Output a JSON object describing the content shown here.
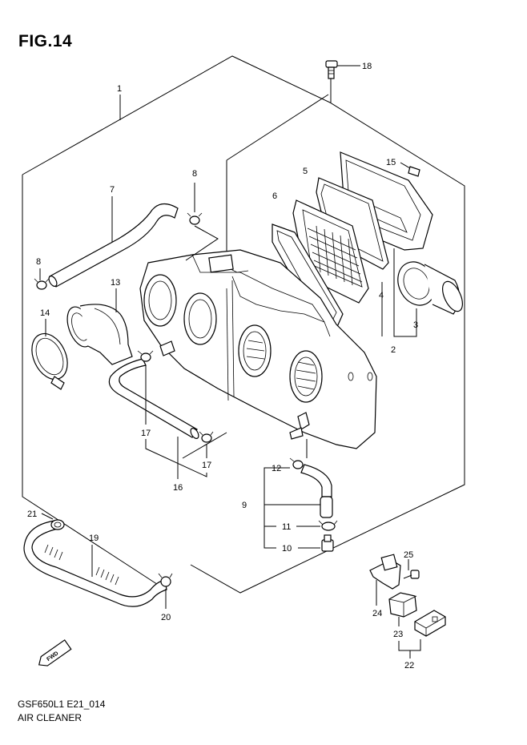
{
  "figure": {
    "title": "FIG.14",
    "model_code": "GSF650L1 E21_014",
    "caption": "AIR CLEANER"
  },
  "badge": {
    "fwd": "FWD"
  },
  "callouts": {
    "c1": "1",
    "c2": "2",
    "c3": "3",
    "c4": "4",
    "c5": "5",
    "c6": "6",
    "c7": "7",
    "c8a": "8",
    "c8b": "8",
    "c9": "9",
    "c10": "10",
    "c11": "11",
    "c12": "12",
    "c13": "13",
    "c14": "14",
    "c15": "15",
    "c16": "16",
    "c17a": "17",
    "c17b": "17",
    "c18": "18",
    "c19": "19",
    "c20": "20",
    "c21": "21",
    "c22": "22",
    "c23": "23",
    "c24": "24",
    "c25": "25"
  }
}
